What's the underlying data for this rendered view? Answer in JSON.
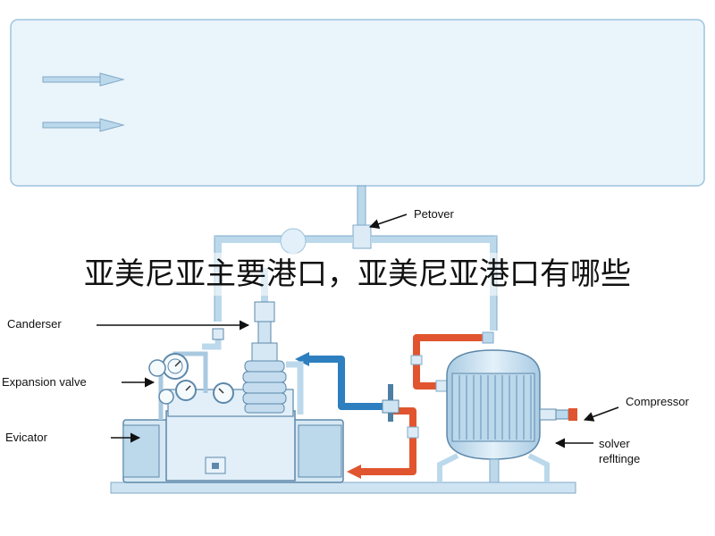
{
  "overlay_title": "亚美尼亚主要港口，亚美尼亚港口有哪些",
  "labels": {
    "petover": "Petover",
    "condenser": "Canderser",
    "expansion_valve": "Expansion valve",
    "evaporator": "Evicator",
    "compressor": "Compressor",
    "solver_line1": "solver",
    "solver_line2": "refltinge"
  },
  "colors": {
    "panel_fill": "#eaf4fb",
    "panel_stroke": "#9ec3dd",
    "pipe_light": "#bcd9ec",
    "pipe_outline": "#7fa9c8",
    "pipe_red": "#e0552f",
    "pipe_blue": "#2d7fbf",
    "machine_fill": "#cfe4f2",
    "machine_dark": "#5d88aa"
  },
  "icons": [
    "flow-arrow-icon",
    "pointer-arrow-icon",
    "pressure-gauge-icon",
    "valve-handle-icon"
  ]
}
